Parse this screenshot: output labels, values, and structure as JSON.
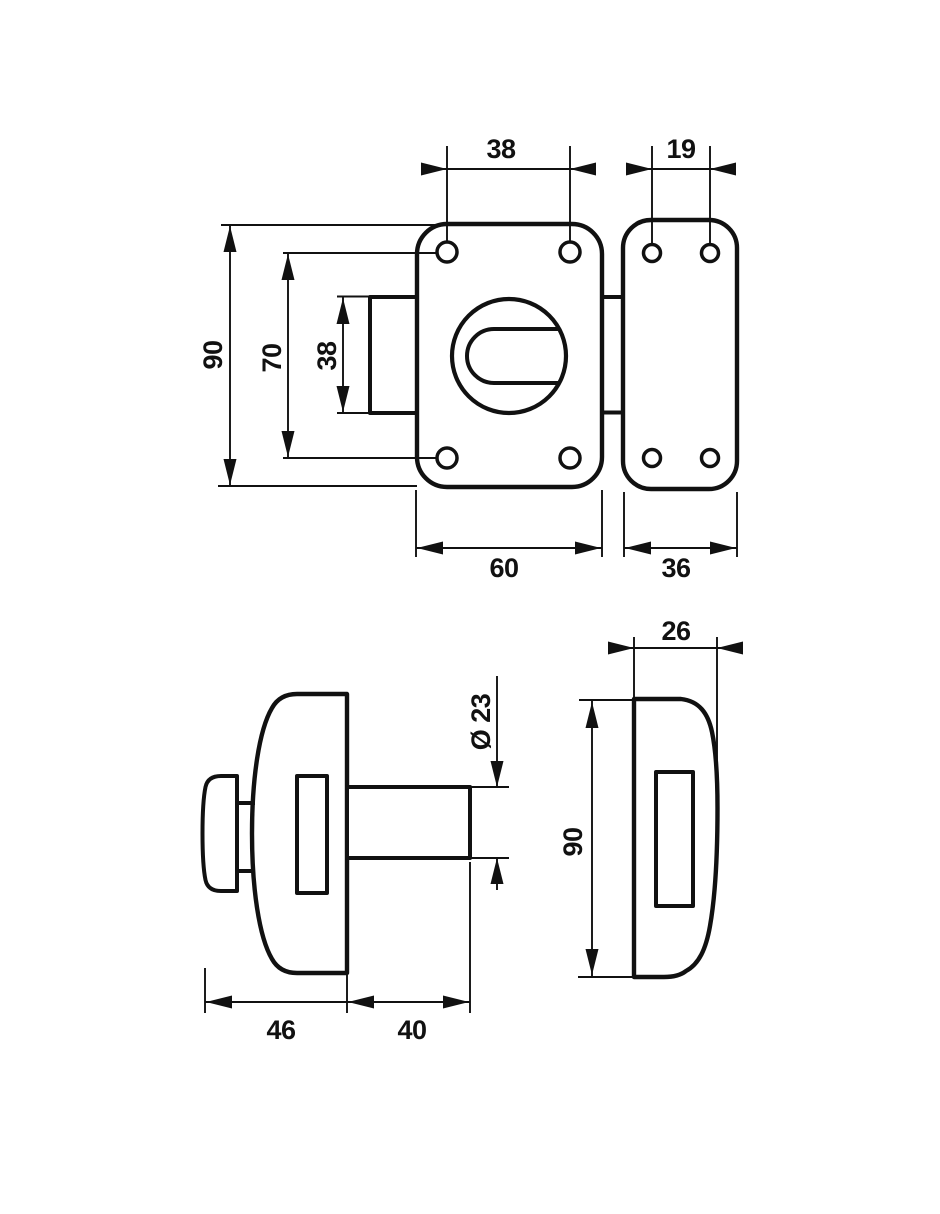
{
  "colors": {
    "line": "#111111",
    "background": "#ffffff"
  },
  "dims": {
    "lock_hole_spacing_h": "38",
    "keeper_hole_spacing": "19",
    "lock_height": "90",
    "lock_hole_spacing_v": "70",
    "lock_bolt_height": "38",
    "lock_width": "60",
    "keeper_width": "36",
    "keeper_depth": "26",
    "cylinder_diameter": "Ø 23",
    "keeper_height": "90",
    "lock_body_depth": "46",
    "cylinder_length": "40"
  }
}
